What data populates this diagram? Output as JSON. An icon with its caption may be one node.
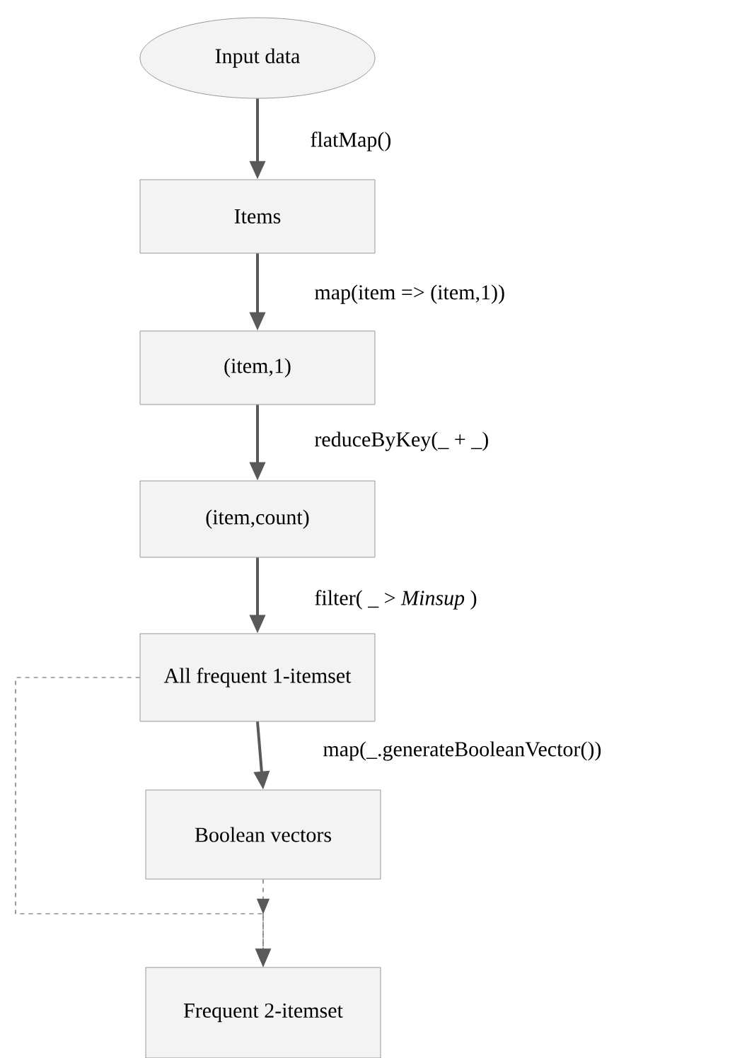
{
  "diagram": {
    "nodes": [
      {
        "text": [
          "Input data"
        ]
      },
      {
        "text": [
          "Items"
        ]
      },
      {
        "text": [
          "(item,1)"
        ]
      },
      {
        "text": [
          "(item,count)"
        ]
      },
      {
        "text": [
          "All frequent 1-itemset"
        ]
      },
      {
        "text": [
          "Boolean vectors"
        ]
      },
      {
        "text": [
          "Frequent 2-itemset"
        ]
      }
    ],
    "edges": [
      {
        "from": 0,
        "to": 1,
        "arrow": "to",
        "label": "flatMap()"
      },
      {
        "from": 1,
        "to": 2,
        "arrow": "to",
        "label": "map(item => (item,1))"
      },
      {
        "from": 2,
        "to": 3,
        "arrow": "to",
        "label": "reduceByKey(_ + _)"
      },
      {
        "from": 3,
        "to": 4,
        "arrow": "to",
        "label": "filter( _  > *Minsup* )"
      },
      {
        "from": 4,
        "to": 5,
        "arrow": "to",
        "label": "map(_.generateBooleanVector())"
      },
      {
        "from": 4,
        "to": 6,
        "arrow": "to",
        "style": "dashed"
      },
      {
        "from": 5,
        "to": 6,
        "arrow": "to",
        "style": "dashed"
      }
    ]
  }
}
